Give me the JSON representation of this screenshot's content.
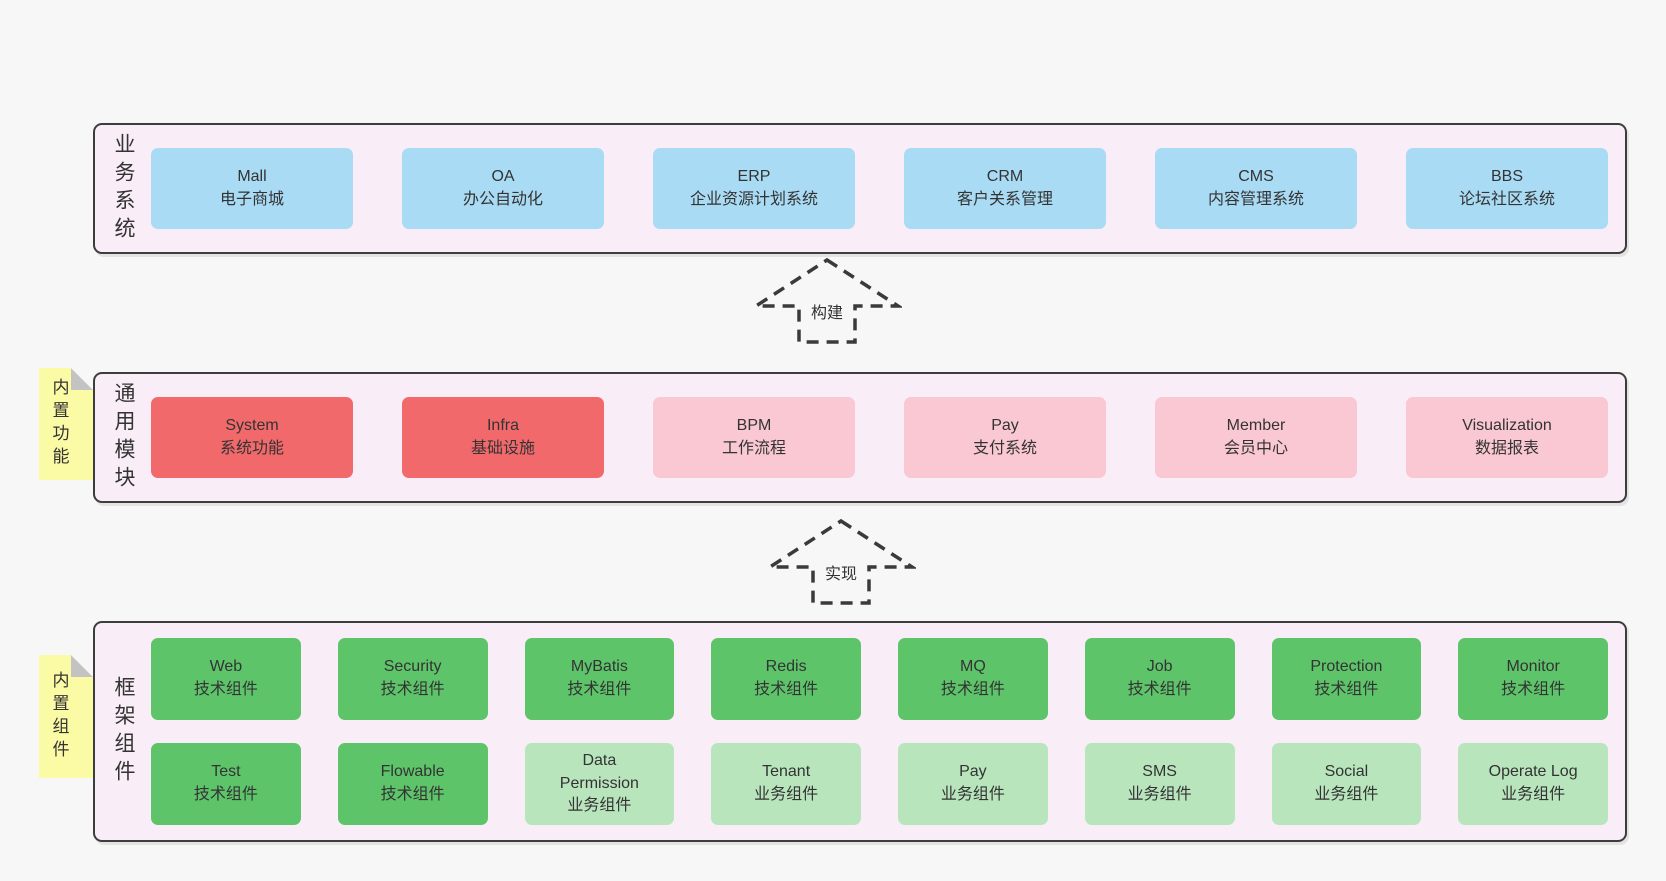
{
  "colors": {
    "page_bg": "#f7f7f7",
    "band_bg": "#f9eef7",
    "band_border": "#3d3d3d",
    "system_blue": "#a9dbf5",
    "module_red": "#f2696b",
    "module_pink": "#f9c8d2",
    "tech_green": "#5ec46a",
    "biz_green": "#b9e5bd",
    "note_yellow": "#fbfaa5",
    "note_fold": "#c3c3c3",
    "text": "#333333"
  },
  "arrows": {
    "build": "构建",
    "implement": "实现"
  },
  "business": {
    "label": "业务系统",
    "items": [
      {
        "name": "Mall",
        "desc": "电子商城"
      },
      {
        "name": "OA",
        "desc": "办公自动化"
      },
      {
        "name": "ERP",
        "desc": "企业资源计划系统"
      },
      {
        "name": "CRM",
        "desc": "客户关系管理"
      },
      {
        "name": "CMS",
        "desc": "内容管理系统"
      },
      {
        "name": "BBS",
        "desc": "论坛社区系统"
      }
    ]
  },
  "modules": {
    "label": "通用模块",
    "note": "内置功能",
    "items": [
      {
        "name": "System",
        "desc": "系统功能"
      },
      {
        "name": "Infra",
        "desc": "基础设施"
      },
      {
        "name": "BPM",
        "desc": "工作流程"
      },
      {
        "name": "Pay",
        "desc": "支付系统"
      },
      {
        "name": "Member",
        "desc": "会员中心"
      },
      {
        "name": "Visualization",
        "desc": "数据报表"
      }
    ]
  },
  "components": {
    "label": "框架组件",
    "note": "内置组件",
    "row1": [
      {
        "name": "Web",
        "desc": "技术组件"
      },
      {
        "name": "Security",
        "desc": "技术组件"
      },
      {
        "name": "MyBatis",
        "desc": "技术组件"
      },
      {
        "name": "Redis",
        "desc": "技术组件"
      },
      {
        "name": "MQ",
        "desc": "技术组件"
      },
      {
        "name": "Job",
        "desc": "技术组件"
      },
      {
        "name": "Protection",
        "desc": "技术组件"
      },
      {
        "name": "Monitor",
        "desc": "技术组件"
      }
    ],
    "row2": [
      {
        "name": "Test",
        "desc": "技术组件"
      },
      {
        "name": "Flowable",
        "desc": "技术组件"
      },
      {
        "name": "Data Permission",
        "desc": "业务组件"
      },
      {
        "name": "Tenant",
        "desc": "业务组件"
      },
      {
        "name": "Pay",
        "desc": "业务组件"
      },
      {
        "name": "SMS",
        "desc": "业务组件"
      },
      {
        "name": "Social",
        "desc": "业务组件"
      },
      {
        "name": "Operate Log",
        "desc": "业务组件"
      }
    ]
  }
}
